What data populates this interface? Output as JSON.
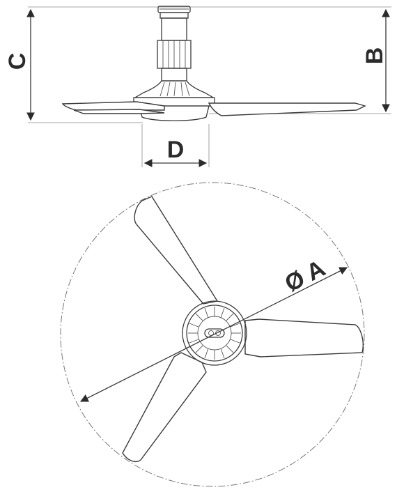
{
  "labels": {
    "dim_a": "Ø A",
    "dim_b": "B",
    "dim_c": "C",
    "dim_d": "D"
  },
  "colors": {
    "line": "#3a3a3a",
    "label": "#2b2b2b",
    "background": "#ffffff"
  }
}
